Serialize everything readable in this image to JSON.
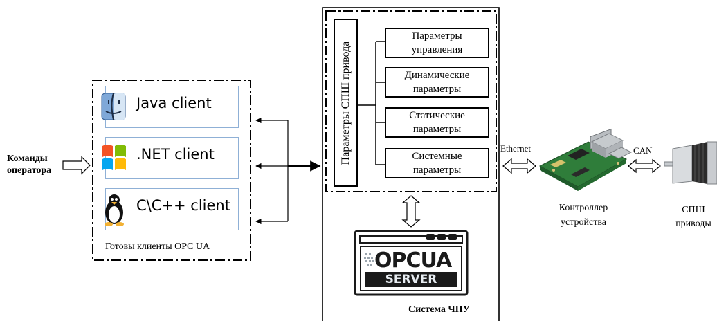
{
  "operator": {
    "line1": "Команды",
    "line2": "оператора"
  },
  "clients": {
    "caption": "Готовы клиенты OPC UA",
    "items": [
      {
        "label": "Java client",
        "icon": "finder-face-icon"
      },
      {
        "label": ".NET client",
        "icon": "windows-logo-icon"
      },
      {
        "label": "C\\C++ client",
        "icon": "linux-penguin-icon"
      }
    ]
  },
  "cnc": {
    "title": "Система ЧПУ",
    "params_vertical": "Параметры СПШ привода",
    "params": [
      {
        "line1": "Параметры",
        "line2": "управления"
      },
      {
        "line1": "Динамические",
        "line2": "параметры"
      },
      {
        "line1": "Статические",
        "line2": "параметры"
      },
      {
        "line1": "Системные",
        "line2": "параметры"
      }
    ],
    "server_logo_top": "OPCUA",
    "server_logo_bottom": "SERVER"
  },
  "links": {
    "ethernet": "Ethernet",
    "can": "CAN"
  },
  "controller": {
    "line1": "Контроллер",
    "line2": "устройства"
  },
  "drives": {
    "line1": "СПШ",
    "line2": "приводы"
  },
  "colors": {
    "client_border": "#8fb0d6",
    "logo_dark": "#1a1a1a",
    "logo_light": "#e8edf2",
    "pcb_green": "#2f7d3a"
  }
}
